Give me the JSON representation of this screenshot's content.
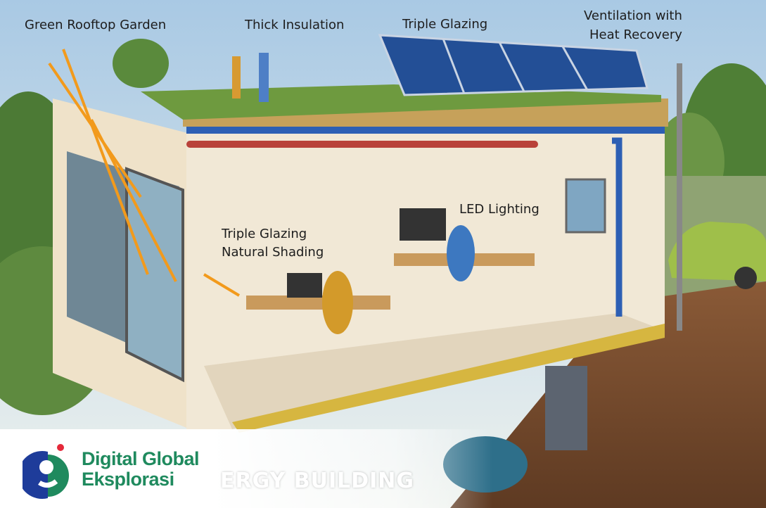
{
  "labels": {
    "green_roof": "Green Rooftop Garden",
    "insulation": "Thick Insulation",
    "triple_glazing_top": "Triple Glazing",
    "ventilation_line1": "Ventilation with",
    "ventilation_line2": "Heat Recovery",
    "led": "LED Lighting",
    "glazing_line1": "Triple Glazing",
    "glazing_line2": "Natural Shading"
  },
  "banner": {
    "logo_line1": "Digital Global",
    "logo_line2": "Eksplorasi",
    "title_partial": "ERGY BUILDING"
  },
  "colors": {
    "brand_green": "#1f8a5e",
    "brand_blue": "#1e3c9a",
    "logo_dot": "#e5293a",
    "sun_arrows": "#f29a1c"
  }
}
